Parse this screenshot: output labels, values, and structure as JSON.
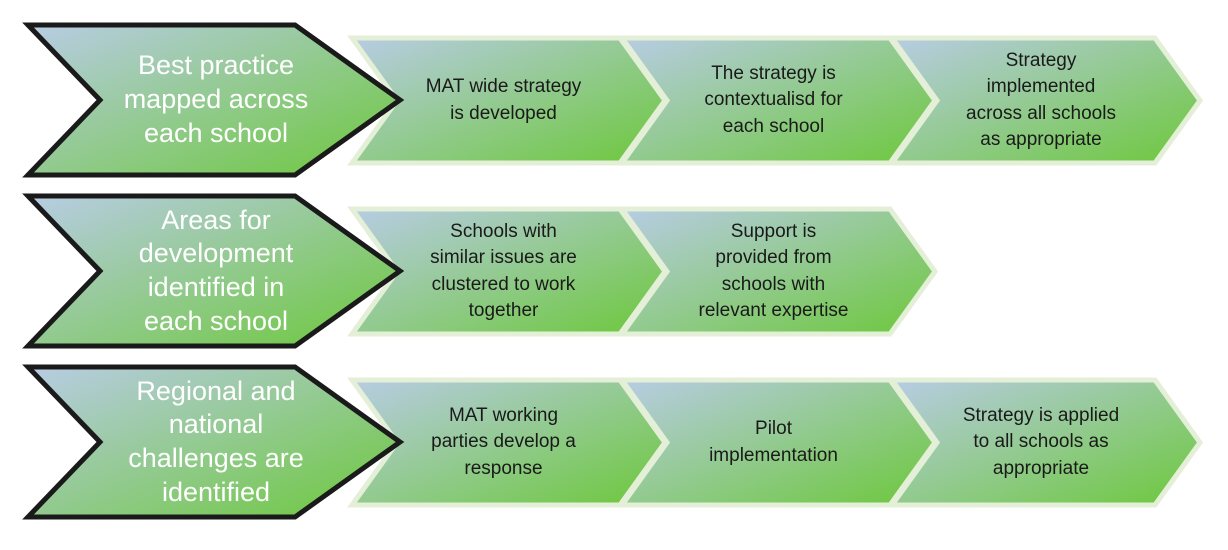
{
  "rows": [
    {
      "lead": "Best practice\nmapped across\neach school",
      "steps": [
        "MAT wide strategy\nis developed",
        "The strategy is\ncontextualisd for\neach school",
        "Strategy\nimplemented\nacross all schools\nas appropriate"
      ]
    },
    {
      "lead": "Areas for\ndevelopment\nidentified in\neach school",
      "steps": [
        "Schools with\nsimilar issues are\nclustered to work\ntogether",
        "Support is\nprovided from\nschools with\nrelevant expertise"
      ]
    },
    {
      "lead": "Regional and\nnational\nchallenges are\nidentified",
      "steps": [
        "MAT working\nparties develop a\nresponse",
        "Pilot\nimplementation",
        "Strategy is applied\nto all schools as\nappropriate"
      ]
    }
  ],
  "colors": {
    "gradient_start": "#b8cce4",
    "gradient_end": "#6cc83a",
    "lead_border": "#1a1a1a",
    "step_border": "#e4efd8"
  }
}
